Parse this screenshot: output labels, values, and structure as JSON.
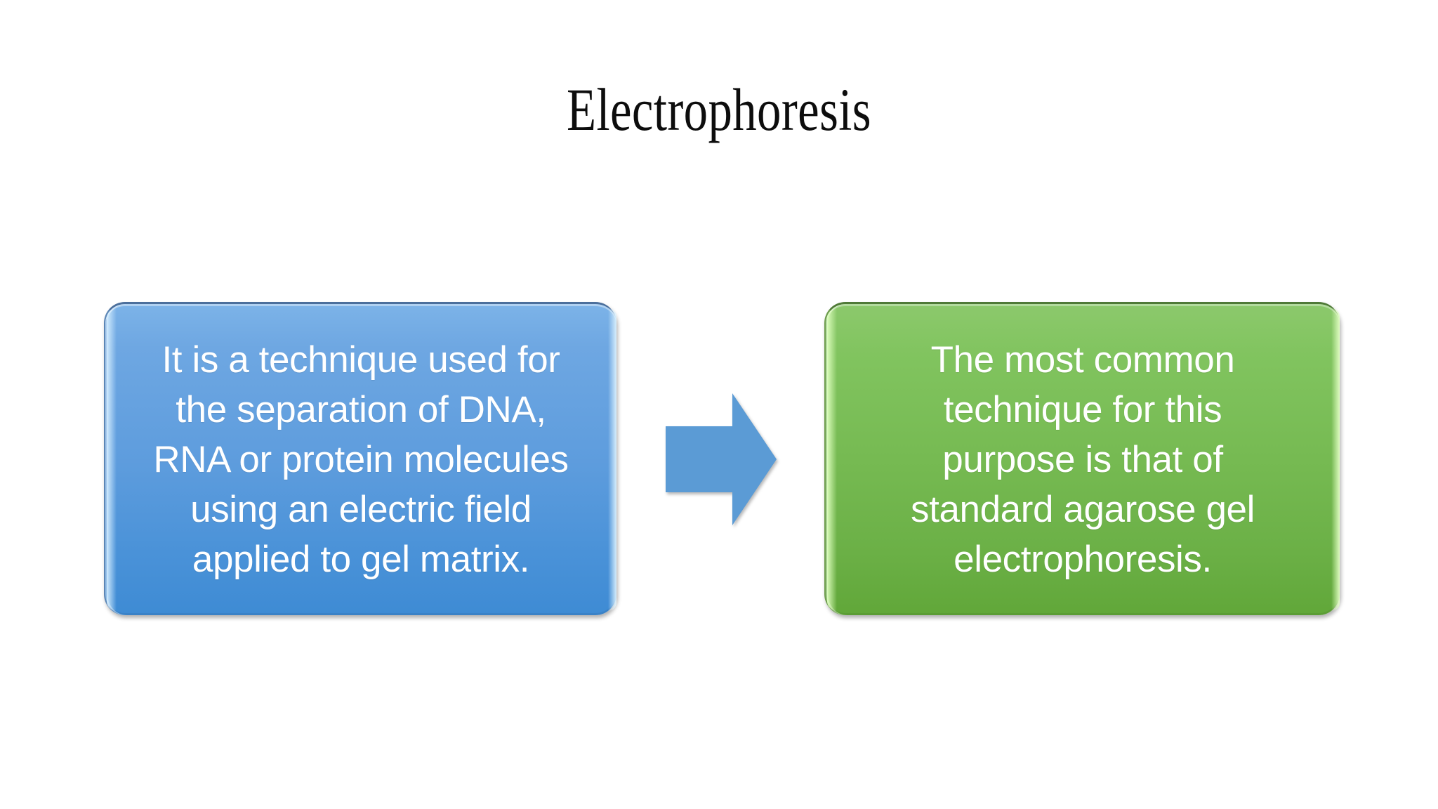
{
  "slide": {
    "background_color": "#ffffff",
    "title": "Electrophoresis"
  },
  "boxes": [
    {
      "id": "blue-box",
      "text": "It is a technique used for\nthe separation of DNA,\nRNA or protein molecules\nusing an electric field\napplied to gel matrix.",
      "lines": [
        "It is a technique used for",
        "the separation of DNA,",
        "RNA or protein molecules",
        "using an electric field",
        "applied to gel matrix."
      ],
      "fill_top_color": "#7cb3e8",
      "fill_bottom_color": "#3e8bd4",
      "text_color": "#ffffff"
    },
    {
      "id": "green-box",
      "text": "The most common\ntechnique for this\npurpose is that of\nstandard agarose gel\nelectrophoresis.",
      "lines": [
        "The most common",
        "technique for this",
        "purpose is that of",
        "standard agarose gel",
        "electrophoresis."
      ],
      "fill_top_color": "#8cc96c",
      "fill_bottom_color": "#61a739",
      "text_color": "#ffffff"
    }
  ],
  "arrow": {
    "name": "right-arrow",
    "direction": "right",
    "color": "#5b9bd5"
  }
}
